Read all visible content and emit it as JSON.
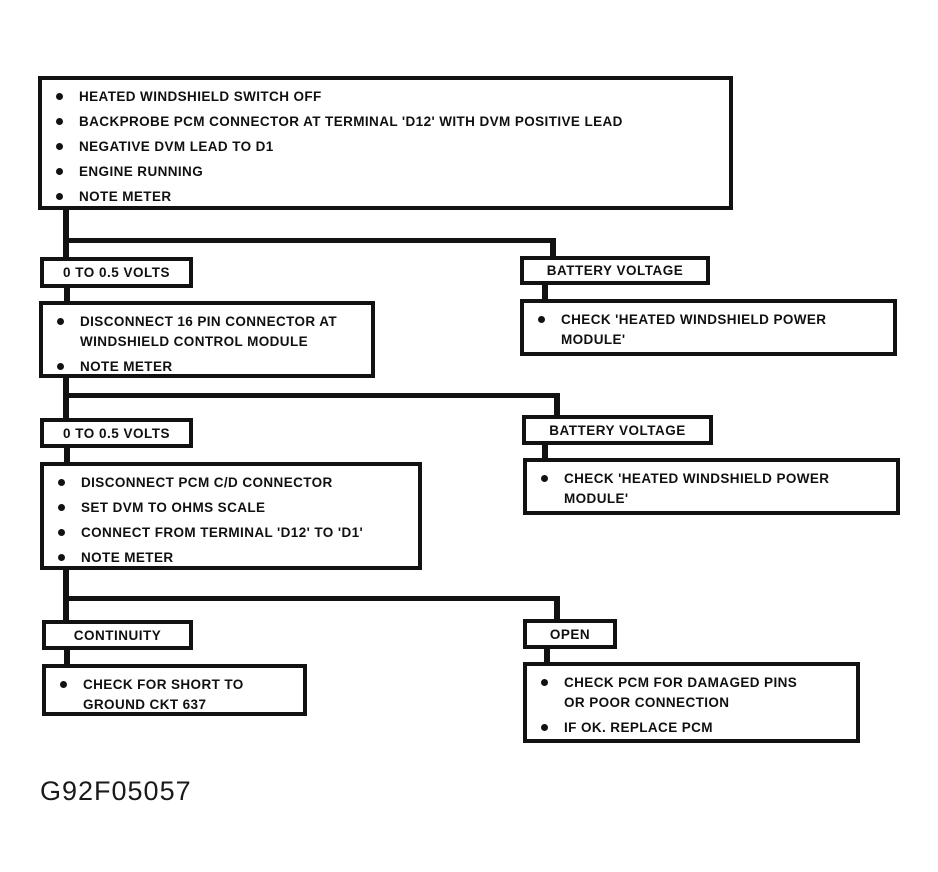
{
  "figure_id": "G92F05057",
  "colors": {
    "ink": "#121212",
    "paper": "#ffffff"
  },
  "flowchart": {
    "start": {
      "bullets": [
        "HEATED WINDSHIELD SWITCH OFF",
        "BACKPROBE PCM CONNECTOR AT TERMINAL 'D12' WITH DVM POSITIVE LEAD",
        "NEGATIVE DVM LEAD TO D1",
        "ENGINE RUNNING",
        "NOTE METER"
      ]
    },
    "row2": {
      "left": {
        "result": "0 TO 0.5 VOLTS",
        "bullets": [
          "DISCONNECT 16 PIN CONNECTOR AT WINDSHIELD CONTROL MODULE",
          "NOTE METER"
        ]
      },
      "right": {
        "result": "BATTERY VOLTAGE",
        "bullets": [
          "CHECK 'HEATED WINDSHIELD POWER MODULE'"
        ]
      }
    },
    "row3": {
      "left": {
        "result": "0 TO 0.5 VOLTS",
        "bullets": [
          "DISCONNECT PCM C/D CONNECTOR",
          "SET DVM TO OHMS SCALE",
          "CONNECT FROM TERMINAL 'D12' TO 'D1'",
          "NOTE METER"
        ]
      },
      "right": {
        "result": "BATTERY VOLTAGE",
        "bullets": [
          "CHECK 'HEATED WINDSHIELD POWER MODULE'"
        ]
      }
    },
    "row4": {
      "left": {
        "result": "CONTINUITY",
        "bullets": [
          "CHECK FOR SHORT TO GROUND CKT 637"
        ]
      },
      "right": {
        "result": "OPEN",
        "bullets": [
          "CHECK PCM FOR DAMAGED PINS OR POOR CONNECTION",
          "IF OK. REPLACE PCM"
        ]
      }
    }
  }
}
